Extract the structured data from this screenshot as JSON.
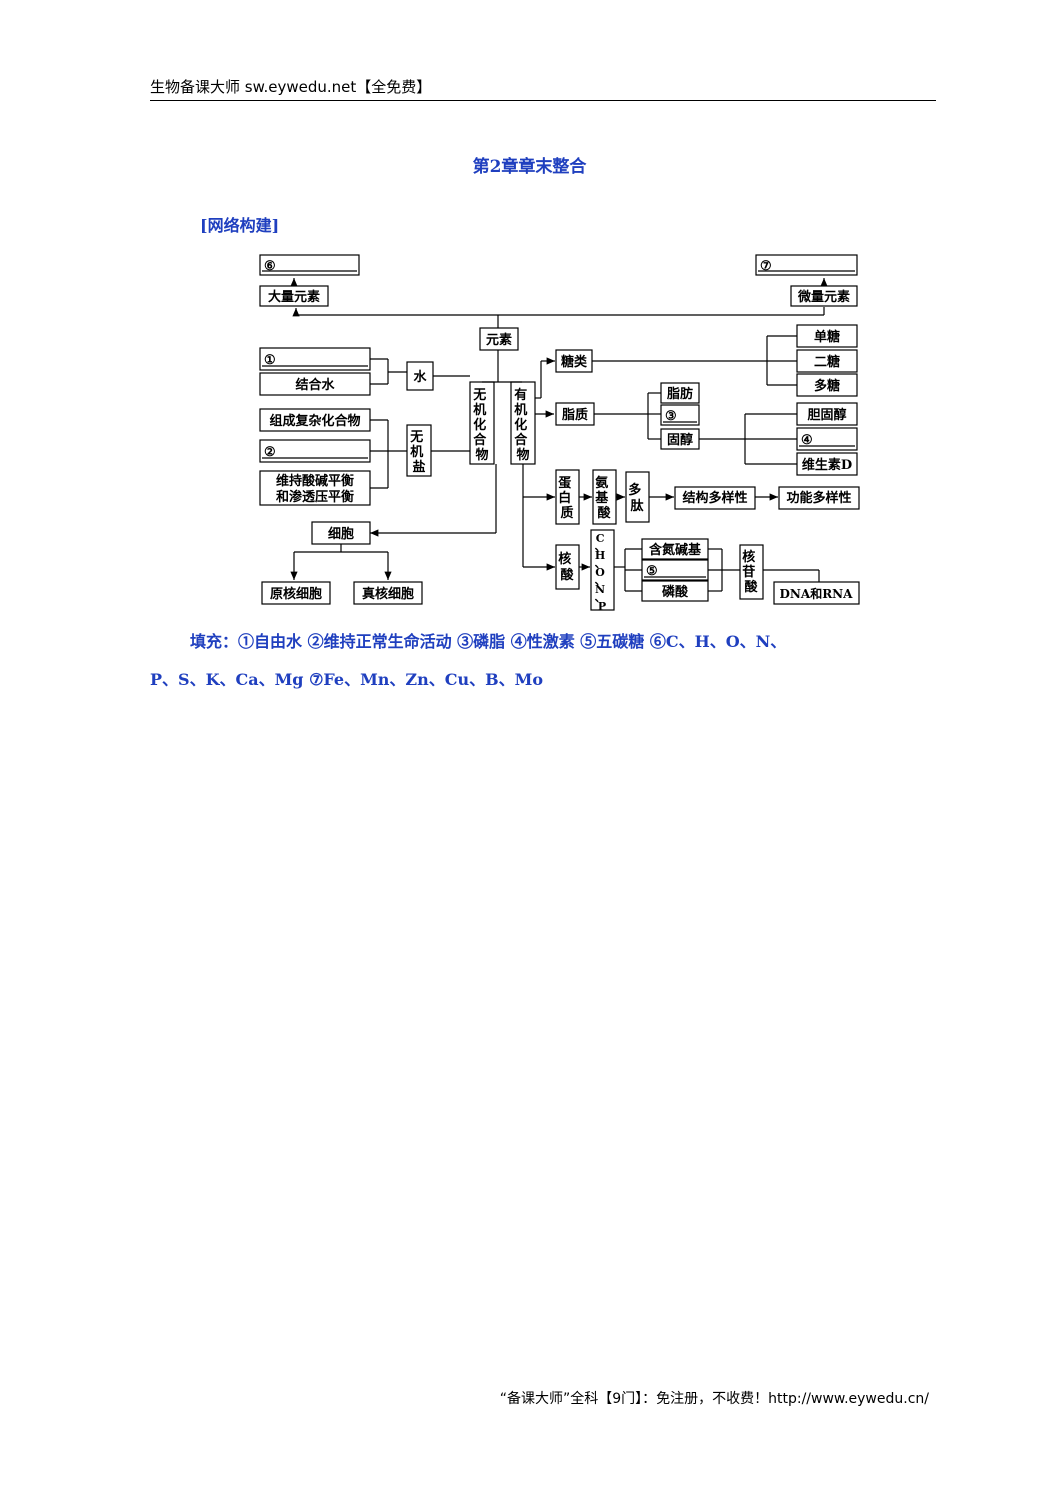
{
  "header": {
    "text": "生物备课大师  sw.eywedu.net【全免费】"
  },
  "title": "第2章章末整合",
  "section": "[网络构建]",
  "diagram": {
    "node_6": "⑥",
    "node_7": "⑦",
    "macro": "大量元素",
    "micro": "微量元素",
    "elements": "元素",
    "node_1": "①",
    "bound_water": "结合水",
    "water": "水",
    "complex": "组成复杂化合物",
    "node_2": "②",
    "acid_base_1": "维持酸碱平衡",
    "acid_base_2": "和渗透压平衡",
    "inorganic_salt": [
      "无",
      "机",
      "盐"
    ],
    "inorganic": [
      "无",
      "机",
      "化",
      "合",
      "物"
    ],
    "organic": [
      "有",
      "机",
      "化",
      "合",
      "物"
    ],
    "sugar": "糖类",
    "mono": "单糖",
    "di": "二糖",
    "poly": "多糖",
    "lipid": "脂质",
    "fat": "脂肪",
    "node_3": "③",
    "sterol": "固醇",
    "cholesterol": "胆固醇",
    "node_4": "④",
    "vitd": "维生素D",
    "protein": [
      "蛋",
      "白",
      "质"
    ],
    "amino": [
      "氨",
      "基",
      "酸"
    ],
    "peptide": [
      "多",
      "肽"
    ],
    "struct": "结构多样性",
    "func": "功能多样性",
    "cell": "细胞",
    "prok": "原核细胞",
    "euk": "真核细胞",
    "nucleic": [
      "核",
      "酸"
    ],
    "chonp": [
      "C",
      "、",
      "H",
      "、",
      "O",
      "、",
      "N",
      "、",
      "P"
    ],
    "base": "含氮碱基",
    "node_5": "⑤",
    "phosphate": "磷酸",
    "nucleotide": [
      "核",
      "苷",
      "酸"
    ],
    "dna_rna": "DNA和RNA"
  },
  "answers": {
    "line1": "填充：①自由水  ②维持正常生命活动  ③磷脂  ④性激素  ⑤五碳糖  ⑥C、H、O、N、",
    "line2": "P、S、K、Ca、Mg  ⑦Fe、Mn、Zn、Cu、B、Mo"
  },
  "footer": {
    "text": "“备课大师”全科【9门】：免注册，不收费！http://www.eywedu.cn/"
  }
}
